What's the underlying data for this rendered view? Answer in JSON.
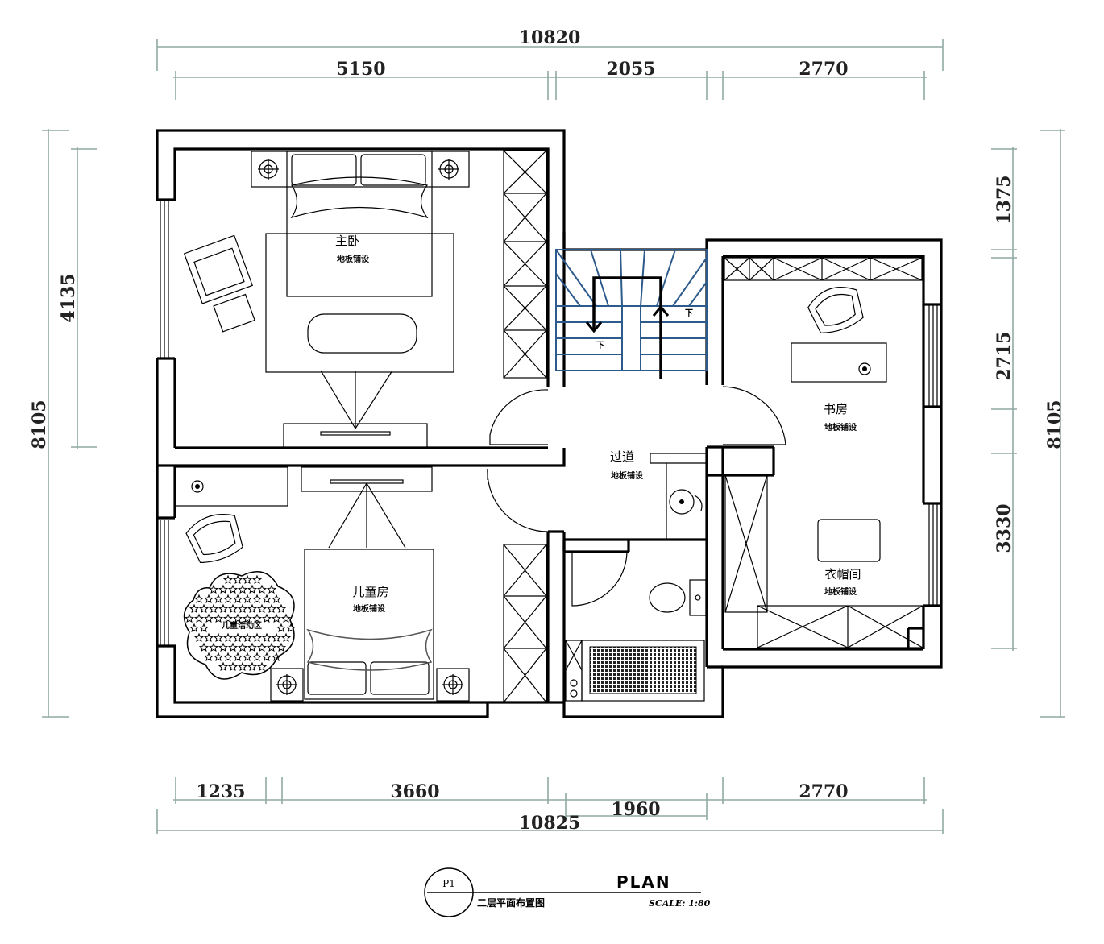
{
  "dimensions": {
    "top_total": "10820",
    "top_segments": [
      "5150",
      "2055",
      "2770"
    ],
    "bottom_total": "10825",
    "bottom_segments": [
      "1235",
      "3660",
      "1960",
      "2770"
    ],
    "left_total": "8105",
    "left_segment": "4135",
    "right_total": "8105",
    "right_segments": [
      "1375",
      "2715",
      "3330"
    ]
  },
  "rooms": {
    "master_bedroom": {
      "name": "主卧",
      "floor": "地板铺设"
    },
    "kids_room": {
      "name": "儿童房",
      "floor": "地板铺设"
    },
    "kids_play_area": {
      "name": "儿童活动区"
    },
    "corridor": {
      "name": "过道",
      "floor": "地板铺设"
    },
    "study": {
      "name": "书房",
      "floor": "地板铺设"
    },
    "cloakroom": {
      "name": "衣帽间",
      "floor": "地板铺设"
    }
  },
  "stairs": {
    "down_label_1": "下",
    "down_label_2": "下"
  },
  "title_block": {
    "drawing_no": "P1",
    "drawing_title": "二层平面布置图",
    "plan_label": "PLAN",
    "scale": "SCALE: 1:80"
  },
  "colors": {
    "stair": "#2d5a8c",
    "dimension_line": "#8fa8a3"
  }
}
